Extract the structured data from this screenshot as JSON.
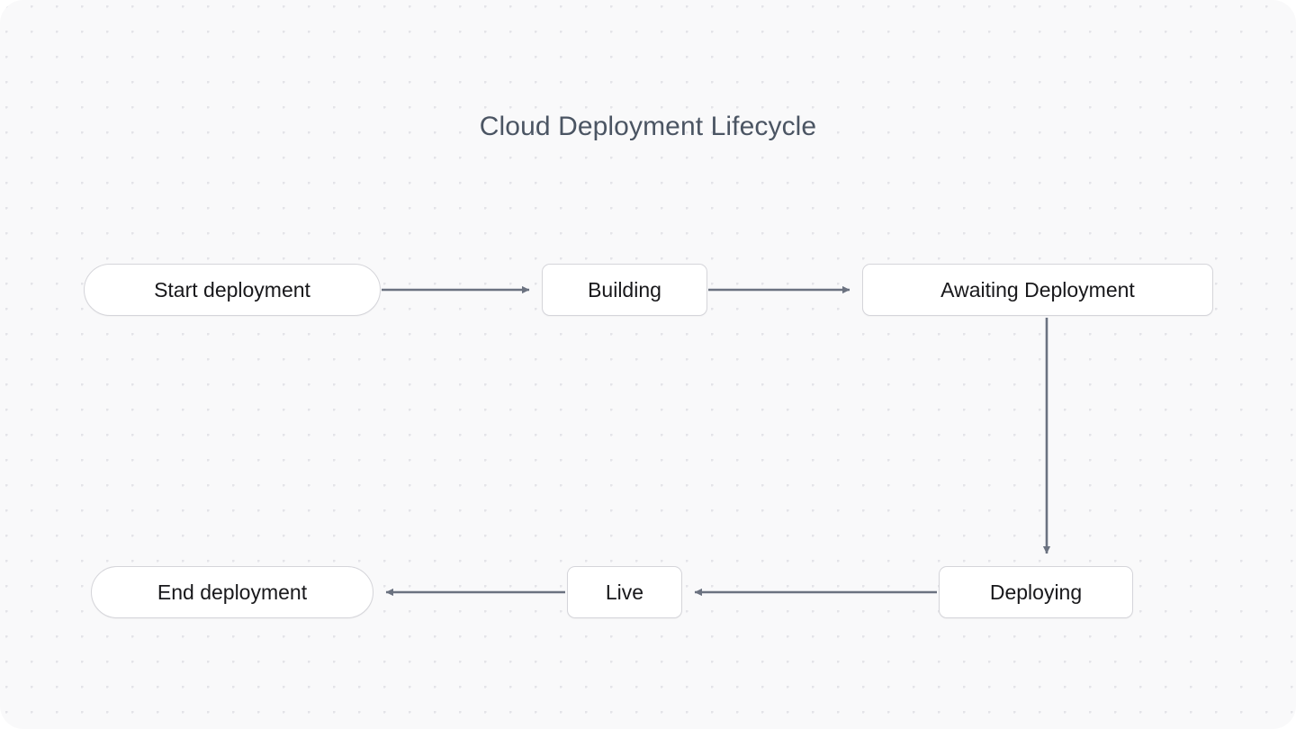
{
  "diagram": {
    "title": "Cloud Deployment Lifecycle",
    "type": "flowchart",
    "background_color": "#f9f9fa",
    "grid": "dot-grid",
    "node_border_color": "#d5d5da",
    "node_fill_color": "#ffffff",
    "node_text_color": "#18181b",
    "edge_color": "#6b7280",
    "title_color": "#4b5563",
    "nodes": [
      {
        "id": "start",
        "label": "Start deployment",
        "shape": "pill",
        "row": "top"
      },
      {
        "id": "building",
        "label": "Building",
        "shape": "rounded-rectangle",
        "row": "top"
      },
      {
        "id": "awaiting",
        "label": "Awaiting Deployment",
        "shape": "rounded-rectangle",
        "row": "top"
      },
      {
        "id": "deploying",
        "label": "Deploying",
        "shape": "rounded-rectangle",
        "row": "bottom"
      },
      {
        "id": "live",
        "label": "Live",
        "shape": "rounded-rectangle",
        "row": "bottom"
      },
      {
        "id": "end",
        "label": "End deployment",
        "shape": "pill",
        "row": "bottom"
      }
    ],
    "edges": [
      {
        "from": "start",
        "to": "building",
        "direction": "right",
        "label": ""
      },
      {
        "from": "building",
        "to": "awaiting",
        "direction": "right",
        "label": ""
      },
      {
        "from": "awaiting",
        "to": "deploying",
        "direction": "down",
        "label": ""
      },
      {
        "from": "deploying",
        "to": "live",
        "direction": "left",
        "label": ""
      },
      {
        "from": "live",
        "to": "end",
        "direction": "left",
        "label": ""
      }
    ]
  }
}
